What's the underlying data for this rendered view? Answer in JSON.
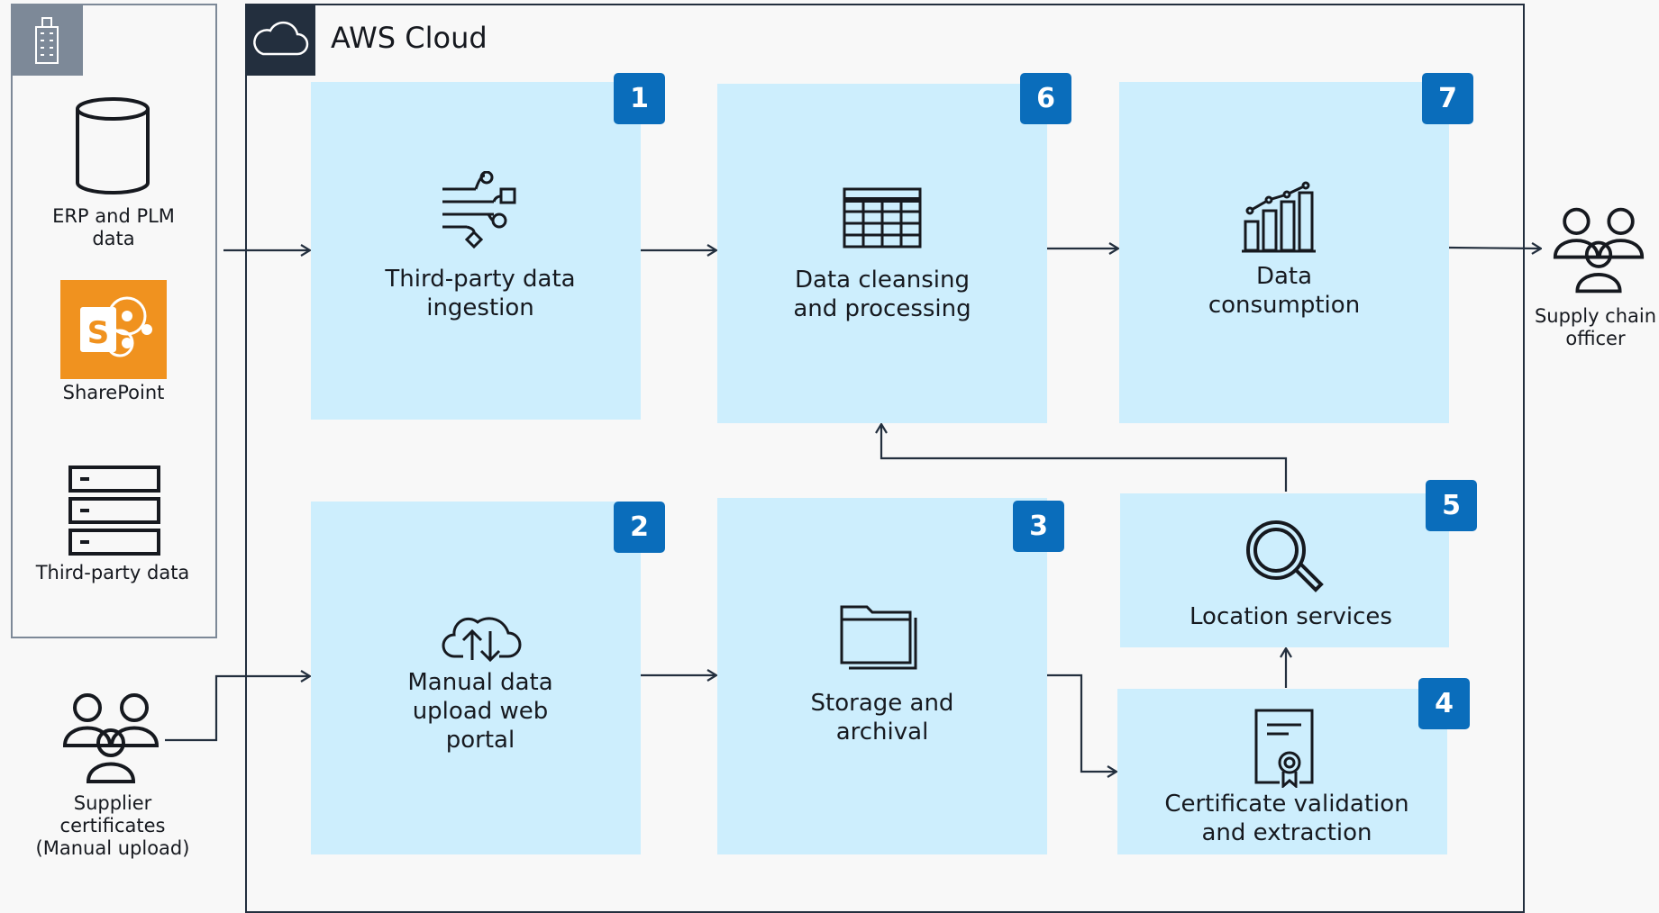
{
  "cloud": {
    "title": "AWS Cloud"
  },
  "sources": [
    {
      "label": "ERP and PLM\ndata",
      "icon": "database-icon"
    },
    {
      "label": "SharePoint",
      "icon": "sharepoint-icon"
    },
    {
      "label": "Third-party data",
      "icon": "server-icon"
    }
  ],
  "supplier": {
    "label": "Supplier certificates\n(Manual upload)",
    "icon": "users-icon"
  },
  "officer": {
    "label": "Supply chain\nofficer",
    "icon": "users-icon"
  },
  "steps": [
    {
      "number": "1",
      "label": "Third-party data\ningestion",
      "icon": "data-stream-icon"
    },
    {
      "number": "6",
      "label": "Data cleansing\nand processing",
      "icon": "table-icon"
    },
    {
      "number": "7",
      "label": "Data\nconsumption",
      "icon": "bar-chart-icon"
    },
    {
      "number": "2",
      "label": "Manual data\nupload web\nportal",
      "icon": "cloud-upload-icon"
    },
    {
      "number": "3",
      "label": "Storage and\narchival",
      "icon": "folder-icon"
    },
    {
      "number": "5",
      "label": "Location services",
      "icon": "magnifier-icon"
    },
    {
      "number": "4",
      "label": "Certificate validation\nand extraction",
      "icon": "certificate-icon"
    }
  ],
  "colors": {
    "box": "#cdeefd",
    "badge": "#0a6dbb",
    "line": "#232f3e",
    "sharepoint": "#f0921f"
  }
}
